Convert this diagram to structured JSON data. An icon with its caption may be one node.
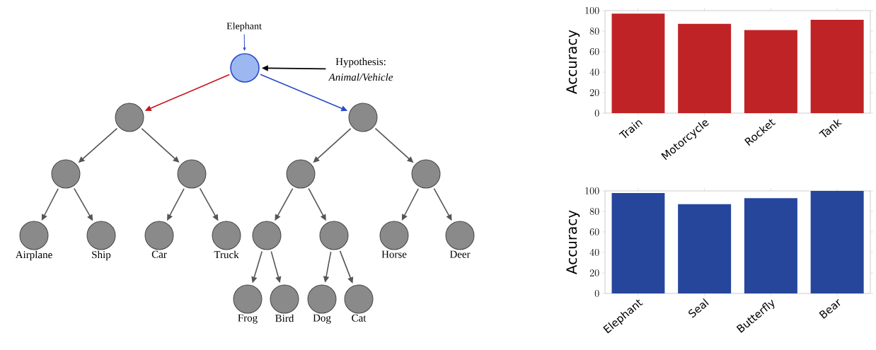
{
  "diagram": {
    "nodes": [
      {
        "text": [
          "Elephant"
        ]
      },
      {
        "text": [],
        "shape": "circle"
      },
      {
        "text": [
          "Hypothesis:",
          "Animal/Vehicle"
        ]
      },
      {
        "text": [],
        "shape": "circle"
      },
      {
        "text": [],
        "shape": "circle"
      },
      {
        "text": [],
        "shape": "circle"
      },
      {
        "text": [],
        "shape": "circle"
      },
      {
        "text": [],
        "shape": "circle"
      },
      {
        "text": [],
        "shape": "circle"
      },
      {
        "text": [
          "Airplane"
        ]
      },
      {
        "text": [
          "Ship"
        ]
      },
      {
        "text": [
          "Car"
        ]
      },
      {
        "text": [
          "Truck"
        ]
      },
      {
        "text": [],
        "shape": "circle"
      },
      {
        "text": [],
        "shape": "circle"
      },
      {
        "text": [
          "Horse"
        ]
      },
      {
        "text": [
          "Deer"
        ]
      },
      {
        "text": [
          "Frog"
        ]
      },
      {
        "text": [
          "Bird"
        ]
      },
      {
        "text": [
          "Dog"
        ]
      },
      {
        "text": [
          "Cat"
        ]
      }
    ],
    "edges": [
      {
        "from": 0,
        "to": 1,
        "arrow": "to",
        "color": "#2a4bc8"
      },
      {
        "from": 2,
        "to": 1,
        "arrow": "to",
        "color": "#000000"
      },
      {
        "from": 1,
        "to": 3,
        "arrow": "to",
        "color": "#c8141e"
      },
      {
        "from": 1,
        "to": 4,
        "arrow": "to",
        "color": "#2a4bc8"
      },
      {
        "from": 3,
        "to": 5,
        "arrow": "to"
      },
      {
        "from": 3,
        "to": 6,
        "arrow": "to"
      },
      {
        "from": 4,
        "to": 7,
        "arrow": "to"
      },
      {
        "from": 4,
        "to": 8,
        "arrow": "to"
      },
      {
        "from": 5,
        "to": 9,
        "arrow": "to"
      },
      {
        "from": 5,
        "to": 10,
        "arrow": "to"
      },
      {
        "from": 6,
        "to": 11,
        "arrow": "to"
      },
      {
        "from": 6,
        "to": 12,
        "arrow": "to"
      },
      {
        "from": 7,
        "to": 13,
        "arrow": "to"
      },
      {
        "from": 7,
        "to": 14,
        "arrow": "to"
      },
      {
        "from": 8,
        "to": 15,
        "arrow": "to"
      },
      {
        "from": 8,
        "to": 16,
        "arrow": "to"
      },
      {
        "from": 13,
        "to": 17,
        "arrow": "to"
      },
      {
        "from": 13,
        "to": 18,
        "arrow": "to"
      },
      {
        "from": 14,
        "to": 19,
        "arrow": "to"
      },
      {
        "from": 14,
        "to": 20,
        "arrow": "to"
      }
    ],
    "chart_data": [
      {
        "type": "bar",
        "ylabel": "Accuracy",
        "categories": [
          "Train",
          "Motorcycle",
          "Rocket",
          "Tank"
        ],
        "ylim": [
          0,
          100
        ],
        "yticks": [
          0,
          20,
          40,
          60,
          80,
          100
        ],
        "series": [
          {
            "color": "#bf2326",
            "values": [
              97,
              87,
              81,
              91
            ]
          }
        ]
      },
      {
        "type": "bar",
        "ylabel": "Accuracy",
        "categories": [
          "Elephant",
          "Seal",
          "Butterfly",
          "Bear"
        ],
        "ylim": [
          0,
          100
        ],
        "yticks": [
          0,
          20,
          40,
          60,
          80,
          100
        ],
        "series": [
          {
            "color": "#26469c",
            "values": [
              98,
              87,
              93,
              100
            ]
          }
        ]
      }
    ]
  }
}
